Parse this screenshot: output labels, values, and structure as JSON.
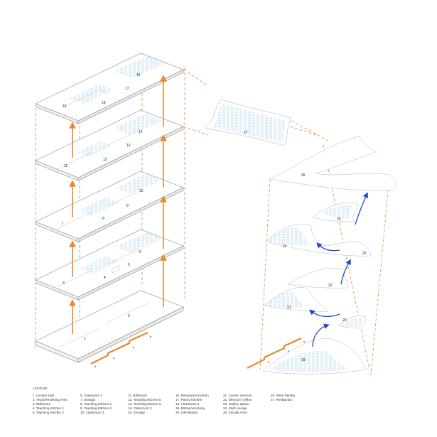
{
  "diagram": {
    "left_floor_labels": [
      "1",
      "2",
      "3",
      "4",
      "5",
      "6",
      "7",
      "8",
      "9",
      "10",
      "11",
      "12",
      "13",
      "14",
      "15",
      "16",
      "17",
      "18"
    ],
    "right_labels": [
      "19",
      "20",
      "21",
      "22",
      "23",
      "24",
      "25",
      "26",
      "27"
    ]
  },
  "legend": {
    "title": "LEGEND",
    "columns": [
      [
        "1. Lecture Hall",
        "2. Truck/Receiving Area",
        "3. Bathroom",
        "4. Teaching Kitchen 1",
        "5. Teaching Kitchen 2"
      ],
      [
        "6. Classroom 1",
        "7. Storage",
        "8. Teaching Kitchen 3",
        "9. Teaching Kitchen 4",
        "10. Classroom 2"
      ],
      [
        "11. Bathroom",
        "12. Teaching Kitchen 5",
        "13. Teaching Kitchen 6",
        "14. Classroom 3",
        "15. Storage"
      ],
      [
        "16. Restaurant Kitchen",
        "17. Pastry Kitchen",
        "18. Classroom 4",
        "19. Entrance/Library",
        "20. Admissions"
      ],
      [
        "21. Career Services",
        "22. Director's Office",
        "23. Gallery Space",
        "24. Staff Lounge",
        "25. Faculty Area"
      ],
      [
        "26. Wine Tasting",
        "27. Restaurant"
      ]
    ]
  },
  "colors": {
    "orange": "#e8892b",
    "blue": "#2346c8",
    "line": "#8a8a8a",
    "hatch": "#9fcbe8"
  }
}
